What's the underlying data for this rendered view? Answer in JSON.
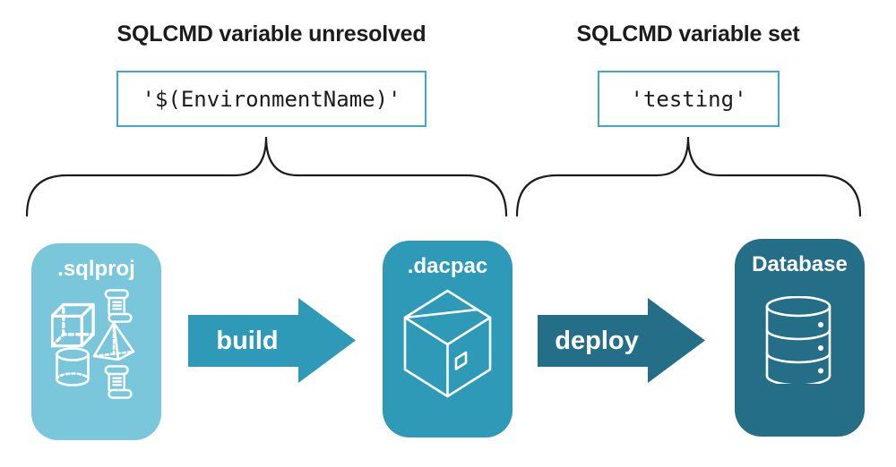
{
  "annotations": {
    "unresolved": {
      "heading": "SQLCMD variable unresolved",
      "code": "'$(EnvironmentName)'"
    },
    "set": {
      "heading": "SQLCMD variable set",
      "code": "'testing'"
    }
  },
  "pipeline": {
    "sqlproj_label": ".sqlproj",
    "build_label": "build",
    "dacpac_label": ".dacpac",
    "deploy_label": "deploy",
    "database_label": "Database"
  },
  "icons": {
    "sqlproj_card": [
      "scroll-icon",
      "cube-icon",
      "pyramid-icon",
      "cylinder-icon",
      "scroll-icon"
    ],
    "dacpac_card": "package-box-icon",
    "database_card": "database-cylinder-icon"
  },
  "colors": {
    "card-light": "#7AC7DC",
    "card-mid": "#2E9AB8",
    "card-dark": "#246F87",
    "code-border": "#41A9C6",
    "ink": "#1C1C1C"
  }
}
